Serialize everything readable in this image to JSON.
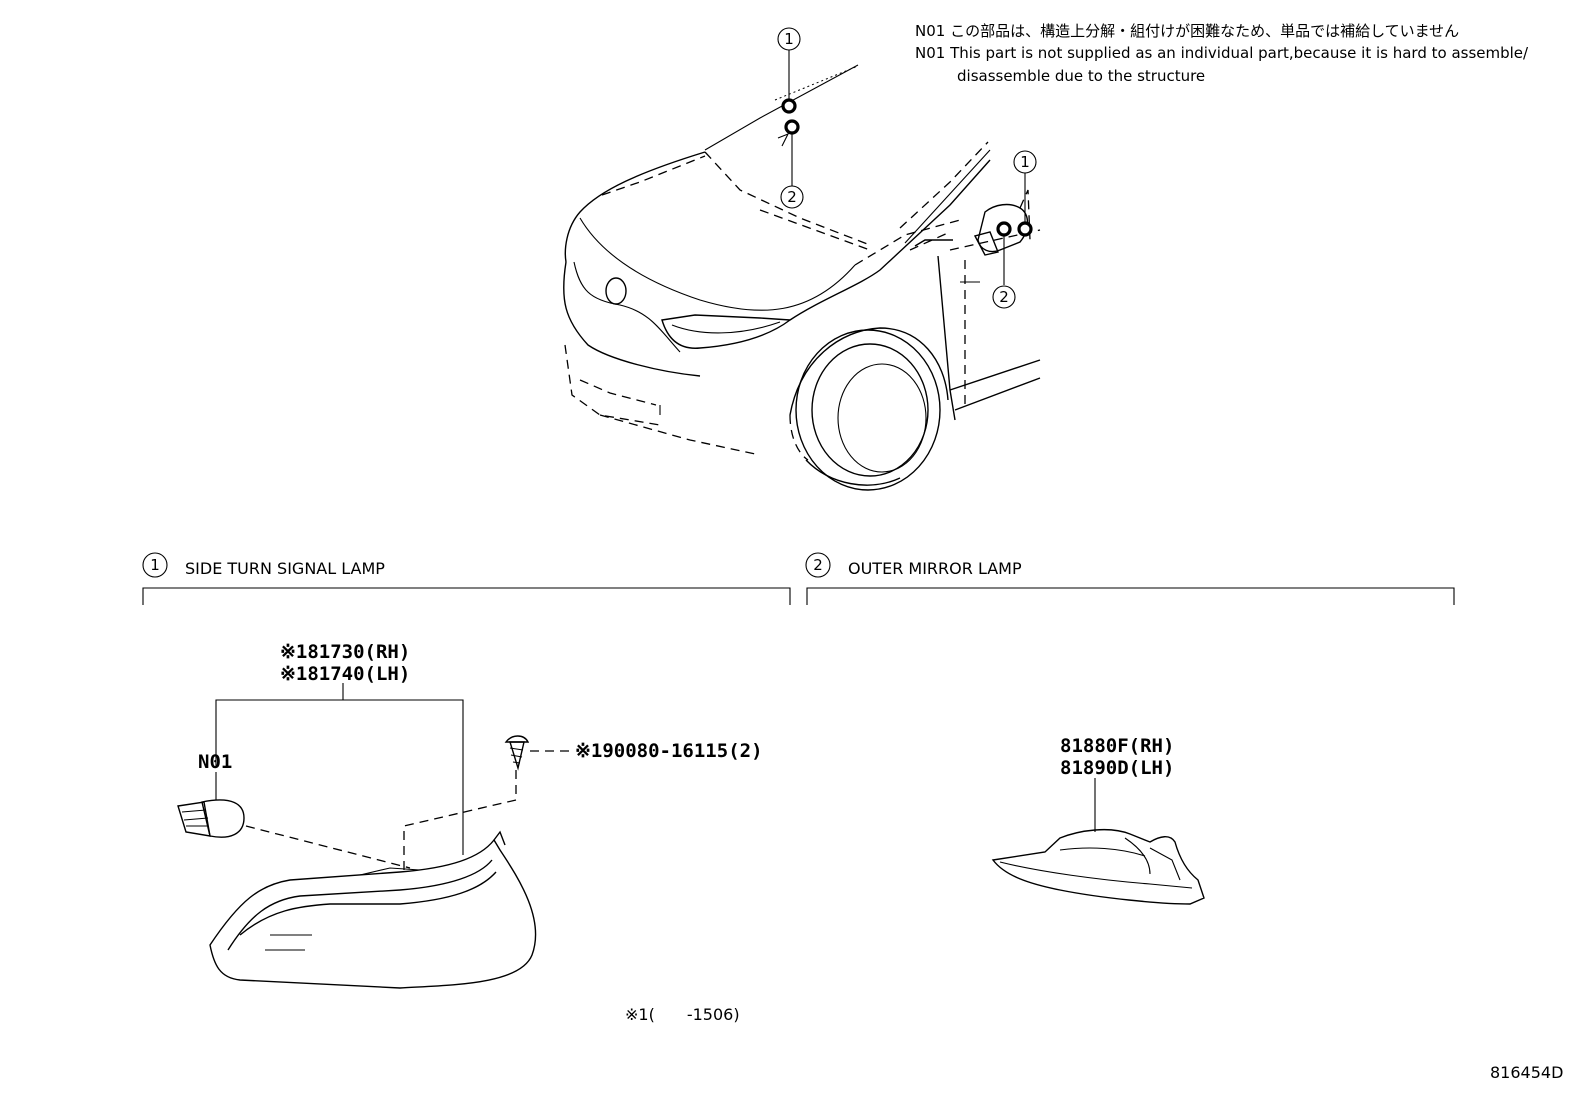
{
  "notes": {
    "n01_jp": "N01 この部品は、構造上分解・組付けが困難なため、単品では補給していません",
    "n01_en_line1": "N01 This part is not supplied as an individual part,because it is hard to assemble/",
    "n01_en_line2": "disassemble due to the structure"
  },
  "callouts": {
    "c1": "1",
    "c2": "2"
  },
  "sections": {
    "side_turn": {
      "number": "1",
      "title": "SIDE TURN SIGNAL LAMP"
    },
    "outer_mirror": {
      "number": "2",
      "title": "OUTER MIRROR LAMP"
    }
  },
  "parts": {
    "lamp_rh": "※181730(RH)",
    "lamp_lh": "※181740(LH)",
    "bulb_note": "N01",
    "screw": "※190080-16115(2)",
    "mirror_rh": "81880F(RH)",
    "mirror_lh": "81890D(LH)"
  },
  "footnote": "※1(　　-1506)",
  "diagram_id": "816454D"
}
